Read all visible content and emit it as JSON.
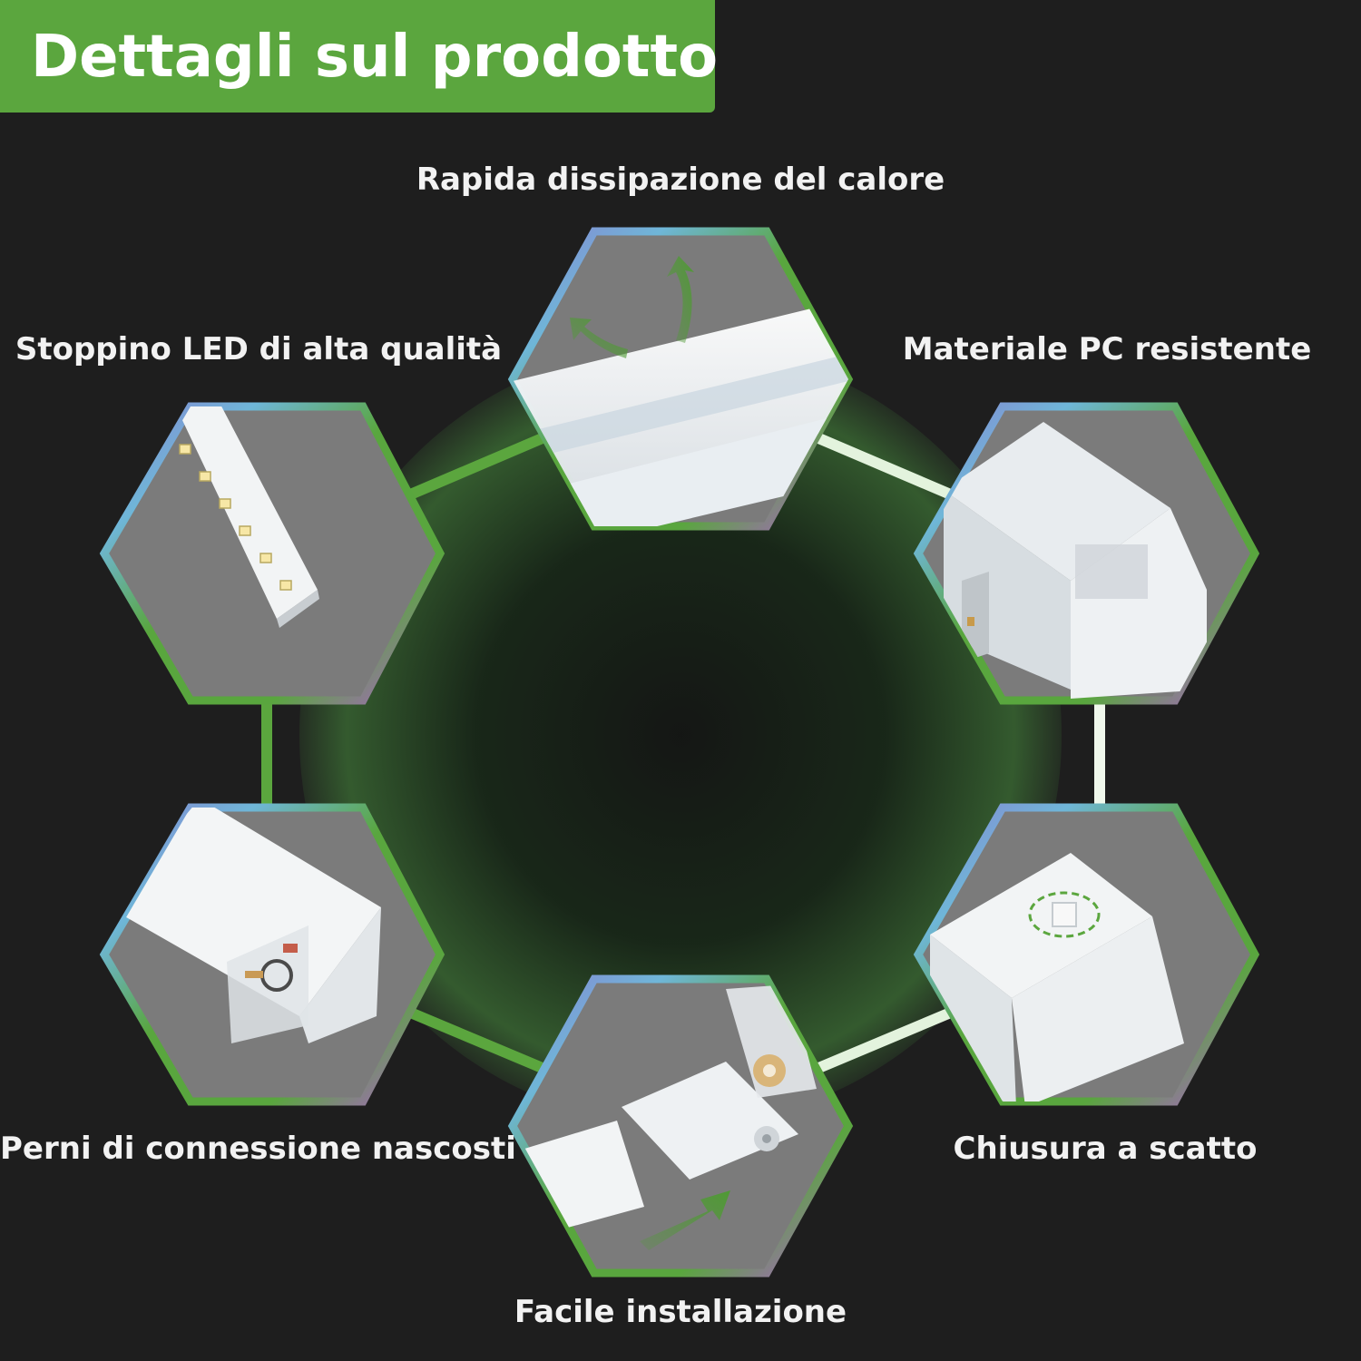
{
  "header": {
    "title": "Dettagli sul prodotto"
  },
  "features": {
    "top": "Rapida dissipazione del calore",
    "top_left": "Stoppino LED di alta qualità",
    "top_right": "Materiale PC resistente",
    "bottom_left": "Perni di connessione nascosti",
    "bottom_right": "Chiusura a scatto",
    "bottom": "Facile installazione"
  },
  "colors": {
    "background": "#1e1e1e",
    "accent_green": "#5ba63e",
    "hex_fill": "#7b7b7b",
    "product_white": "#f4f6f7",
    "arrow_green": "#4f9a34"
  }
}
